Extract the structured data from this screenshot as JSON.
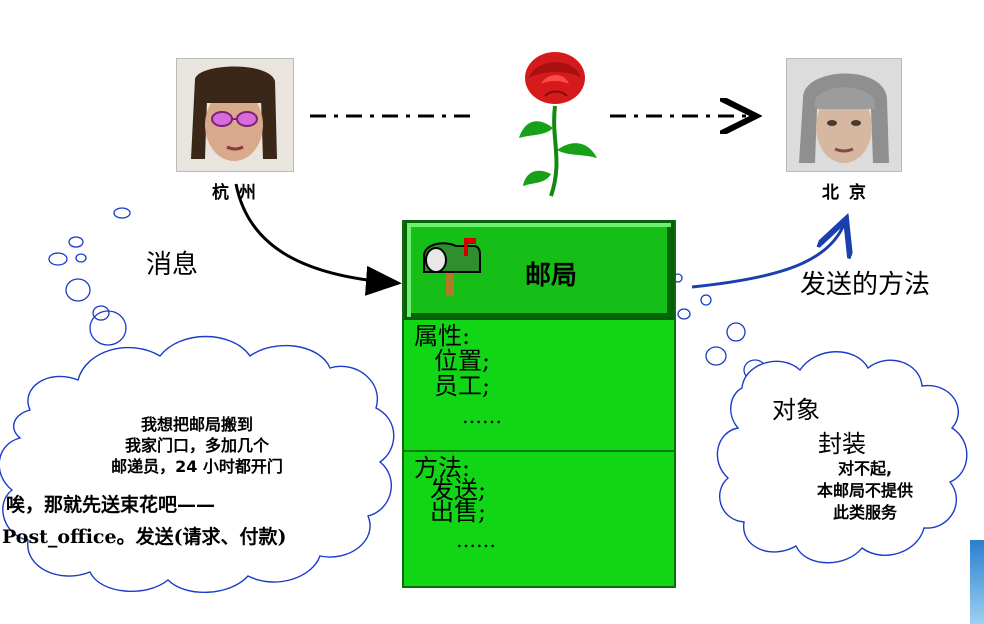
{
  "nodes": {
    "sender_city": "杭 州",
    "receiver_city": "北 京",
    "object_name": "邮局"
  },
  "edges": {
    "message_label": "消息",
    "method_label": "发送的方法"
  },
  "object": {
    "attributes_heading": "属性:",
    "attributes": [
      "位置;",
      "员工;"
    ],
    "attributes_ellipsis": "……",
    "methods_heading": "方法:",
    "methods": [
      "发送;",
      "出售;"
    ],
    "methods_ellipsis": "……"
  },
  "left_thought": {
    "lines": [
      "我想把邮局搬到",
      "我家门口，多加几个",
      "邮递员，24 小时都开门"
    ]
  },
  "left_speech": {
    "line1": "唉，那就先送束花吧——",
    "line2": "Post_office。发送(请求、付款)"
  },
  "right_cloud": {
    "concept1": "对象",
    "concept2": "封装",
    "reply_lines": [
      "对不起,",
      "本邮局不提供",
      "此类服务"
    ]
  },
  "colors": {
    "object_fill": "#11d616",
    "object_header": "#16bf18",
    "cloud_outline": "#1b3bc8",
    "method_arrow": "#1c3fb0"
  }
}
